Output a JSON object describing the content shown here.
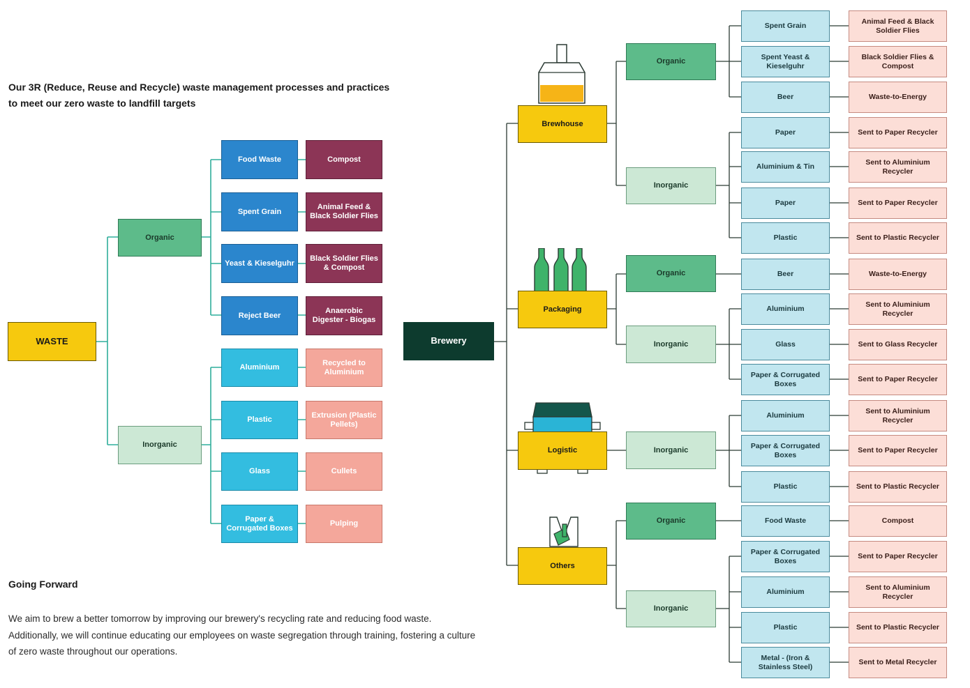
{
  "title": "Our 3R (Reduce, Reuse and Recycle) waste management processes and practices to meet our zero waste to landfill targets",
  "going_forward": {
    "heading": "Going Forward",
    "body": "We aim to brew a better tomorrow by improving our brewery's recycling rate and reducing food waste. Additionally, we will continue educating our employees on waste segregation through training, fostering a culture of zero waste throughout our operations."
  },
  "waste_tree": {
    "root": "WASTE",
    "organic": {
      "label": "Organic",
      "items": [
        {
          "waste": "Food Waste",
          "process": "Compost"
        },
        {
          "waste": "Spent Grain",
          "process": "Animal Feed & Black Soldier Flies"
        },
        {
          "waste": "Yeast & Kieselguhr",
          "process": "Black Soldier Flies & Compost"
        },
        {
          "waste": "Reject Beer",
          "process": "Anaerobic Digester - Biogas"
        }
      ]
    },
    "inorganic": {
      "label": "Inorganic",
      "items": [
        {
          "waste": "Aluminium",
          "process": "Recycled to Aluminium"
        },
        {
          "waste": "Plastic",
          "process": "Extrusion (Plastic Pellets)"
        },
        {
          "waste": "Glass",
          "process": "Cullets"
        },
        {
          "waste": "Paper & Corrugated Boxes",
          "process": "Pulping"
        }
      ]
    }
  },
  "brewery_tree": {
    "root": "Brewery",
    "stages": [
      {
        "name": "Brewhouse",
        "icon": "brewing-vessel-icon",
        "groups": [
          {
            "label": "Organic",
            "items": [
              {
                "waste": "Spent Grain",
                "dest": "Animal Feed & Black Soldier Flies"
              },
              {
                "waste": "Spent Yeast & Kieselguhr",
                "dest": "Black Soldier Flies & Compost"
              },
              {
                "waste": "Beer",
                "dest": "Waste-to-Energy"
              }
            ]
          },
          {
            "label": "Inorganic",
            "items": [
              {
                "waste": "Paper",
                "dest": "Sent to Paper Recycler"
              },
              {
                "waste": "Aluminium & Tin",
                "dest": "Sent to Aluminium Recycler"
              },
              {
                "waste": "Paper",
                "dest": "Sent to Paper Recycler"
              },
              {
                "waste": "Plastic",
                "dest": "Sent to Plastic Recycler"
              }
            ]
          }
        ]
      },
      {
        "name": "Packaging",
        "icon": "bottles-icon",
        "groups": [
          {
            "label": "Organic",
            "items": [
              {
                "waste": "Beer",
                "dest": "Waste-to-Energy"
              }
            ]
          },
          {
            "label": "Inorganic",
            "items": [
              {
                "waste": "Aluminium",
                "dest": "Sent to Aluminium Recycler"
              },
              {
                "waste": "Glass",
                "dest": "Sent to Glass Recycler"
              },
              {
                "waste": "Paper & Corrugated Boxes",
                "dest": "Sent to Paper Recycler"
              }
            ]
          }
        ]
      },
      {
        "name": "Logistic",
        "icon": "truck-icon",
        "groups": [
          {
            "label": "Inorganic",
            "items": [
              {
                "waste": "Aluminium",
                "dest": "Sent to Aluminium Recycler"
              },
              {
                "waste": "Paper & Corrugated Boxes",
                "dest": "Sent to Paper Recycler"
              },
              {
                "waste": "Plastic",
                "dest": "Sent to Plastic Recycler"
              }
            ]
          }
        ]
      },
      {
        "name": "Others",
        "icon": "recycling-bin-icon",
        "groups": [
          {
            "label": "Organic",
            "items": [
              {
                "waste": "Food Waste",
                "dest": "Compost"
              }
            ]
          },
          {
            "label": "Inorganic",
            "items": [
              {
                "waste": "Paper & Corrugated Boxes",
                "dest": "Sent to Paper Recycler"
              },
              {
                "waste": "Aluminium",
                "dest": "Sent to Aluminium Recycler"
              },
              {
                "waste": "Plastic",
                "dest": "Sent to Plastic Recycler"
              },
              {
                "waste": "Metal - (Iron & Stainless Steel)",
                "dest": "Sent to Metal Recycler"
              }
            ]
          }
        ]
      }
    ]
  },
  "colors": {
    "connector": "#2fae9b",
    "connector_dark": "#2b3a33",
    "waste_root": "#f6c90e",
    "brewery_root": "#0d3b2e",
    "organic": "#5dbb8a",
    "inorganic": "#cce8d5",
    "organic_waste": "#2b86cd",
    "organic_process": "#8c3556",
    "inorganic_waste": "#33bde0",
    "inorganic_process": "#f4a79b",
    "brewery_waste": "#c1e6ef",
    "brewery_dest": "#fcded7"
  }
}
